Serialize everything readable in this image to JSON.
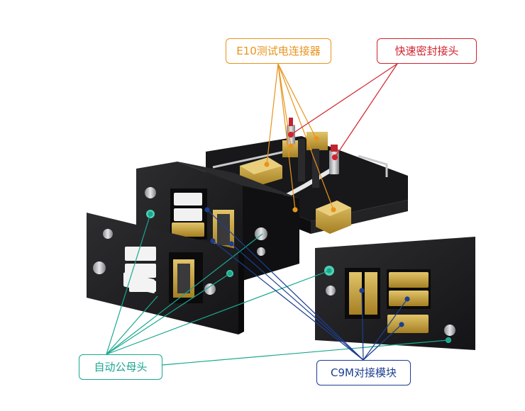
{
  "labels": {
    "e10": "E10测试电连接器",
    "seal": "快速密封接头",
    "auto": "自动公母头",
    "c9m": "C9M对接模块"
  },
  "colors": {
    "e10": "#e8941c",
    "seal": "#d3232e",
    "auto": "#1aa88f",
    "c9m": "#1c3f8f",
    "panel": "#1e1e20",
    "brass": "#c9a23a"
  }
}
